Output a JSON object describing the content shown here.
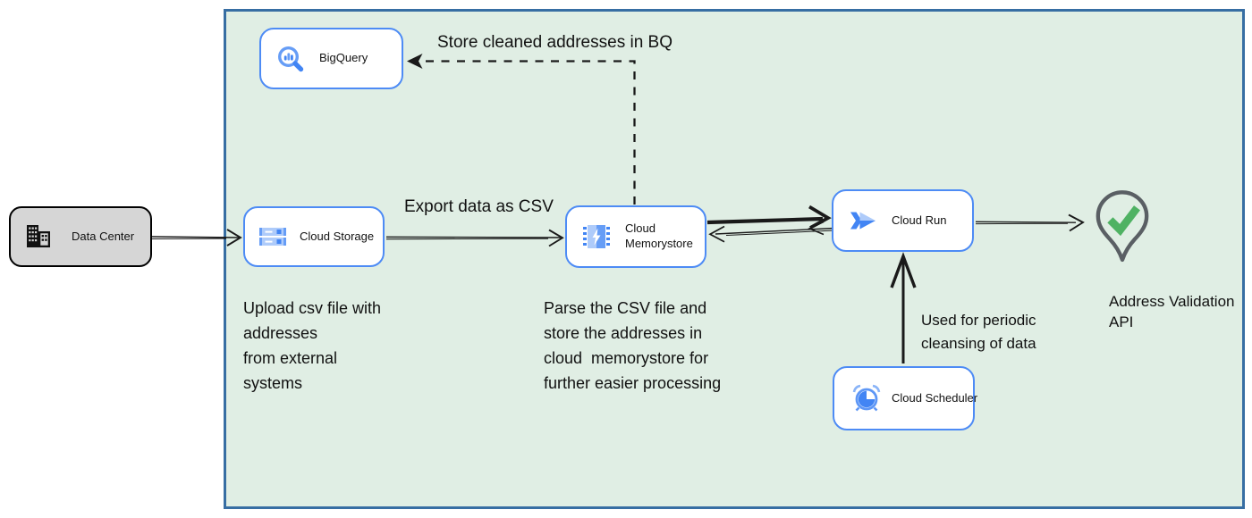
{
  "diagram": {
    "nodes": {
      "data_center": {
        "label": "Data Center"
      },
      "cloud_storage": {
        "label": "Cloud Storage"
      },
      "cloud_memorystore": {
        "label": "Cloud Memorystore"
      },
      "bigquery": {
        "label": "BigQuery"
      },
      "cloud_run": {
        "label": "Cloud Run"
      },
      "cloud_scheduler": {
        "label": "Cloud Scheduler"
      },
      "address_validation_api": {
        "label": "Address Validation API"
      }
    },
    "annotations": {
      "store_bq_label": "Store cleaned addresses in BQ",
      "export_csv_label": "Export data as CSV",
      "upload_note": "Upload csv file with\naddresses\nfrom external\nsystems",
      "parse_note": "Parse the CSV file and\nstore the addresses in\ncloud  memorystore for\nfurther easier processing",
      "scheduler_note": "Used for periodic\ncleansing of data"
    },
    "edges": [
      {
        "from": "data_center",
        "to": "cloud_storage",
        "style": "thin-open-arrow"
      },
      {
        "from": "cloud_storage",
        "to": "cloud_memorystore",
        "style": "thin-open-arrow",
        "label": "Export data as CSV"
      },
      {
        "from": "cloud_memorystore",
        "to": "bigquery",
        "style": "dashed-elbow-filled-arrow",
        "label": "Store cleaned addresses in BQ"
      },
      {
        "from": "cloud_memorystore",
        "to": "cloud_run",
        "style": "thick-open-arrow"
      },
      {
        "from": "cloud_run",
        "to": "cloud_memorystore",
        "style": "thin-open-arrow"
      },
      {
        "from": "cloud_run",
        "to": "address_validation_api",
        "style": "thin-open-arrow"
      },
      {
        "from": "cloud_scheduler",
        "to": "cloud_run",
        "style": "thick-open-arrow",
        "label": "Used for periodic cleansing of data"
      }
    ],
    "colors": {
      "boundary_fill": "#e0eee4",
      "boundary_border": "#376ea3",
      "node_border_blue": "#4d8bf5",
      "data_center_fill": "#d6d6d6",
      "icon_blue": "#4285f4",
      "icon_blue_mid": "#669df6",
      "icon_blue_light": "#aecbfa",
      "check_green": "#4fb263",
      "pin_outline_gray": "#5a5f64",
      "edge_color": "#1a1a1a"
    }
  }
}
